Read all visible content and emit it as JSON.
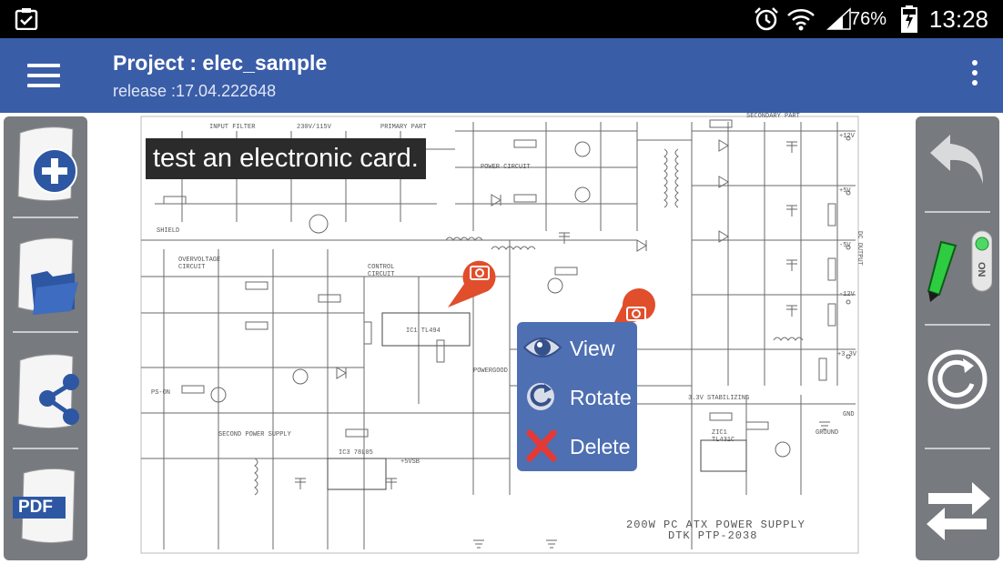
{
  "status_bar": {
    "battery_percent": "76%",
    "time": "13:28"
  },
  "app_bar": {
    "title": "Project : elec_sample",
    "subtitle": "release :17.04.222648"
  },
  "schematic": {
    "caption": "test an electronic card.",
    "footer_line1": "200W PC ATX POWER SUPPLY",
    "footer_line2": "DTK PTP-2038",
    "labels": [
      "INPUT FILTER",
      "230V/115V",
      "PRIMARY PART",
      "POWER CIRCUIT",
      "SECONDARY PART",
      "OVERVOLTAGE CIRCUIT",
      "CONTROL CIRCUIT",
      "IC1 TL494",
      "POWERGOOD",
      "SECOND POWER SUPPLY",
      "3.3V STABILIZING",
      "DC OUTPUT",
      "SHIELD",
      "GND",
      "+12V",
      "+5V",
      "-5V",
      "-12V",
      "+3.3V",
      "IC3 78L05",
      "+5VSB",
      "GROUND",
      "PS-ON",
      "ZIC1 TL431C"
    ]
  },
  "context_menu": {
    "items": [
      {
        "label": "View",
        "icon": "eye-icon"
      },
      {
        "label": "Rotate",
        "icon": "rotate-icon"
      },
      {
        "label": "Delete",
        "icon": "delete-x-icon"
      }
    ]
  },
  "left_toolbar": {
    "pdf_label": "PDF"
  },
  "right_toolbar": {
    "toggle_label": "ON"
  },
  "colors": {
    "app_bar": "#3a5da8",
    "toolbar": "#777a7e",
    "marker": "#e04e2c",
    "delete": "#e53935",
    "pencil": "#2ecc40"
  }
}
